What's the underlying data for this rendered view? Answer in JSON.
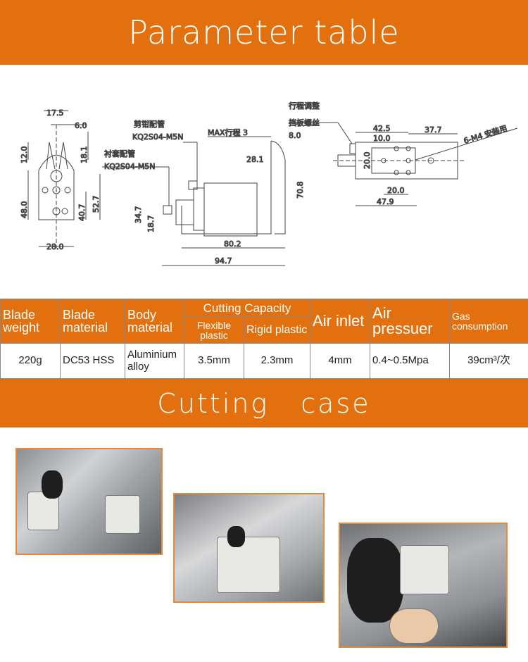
{
  "header": {
    "title": "Parameter table"
  },
  "drawing": {
    "front": {
      "d1": "17.5",
      "d2": "6.0",
      "d3": "12.0",
      "d4": "18.1",
      "d5": "48.0",
      "d6": "40.7",
      "d7": "52.7",
      "d8": "28.0"
    },
    "side": {
      "label1": "剪钳配管",
      "fitting1": "KQ2S04-M5N",
      "label2": "衬套配管",
      "fitting2": "KQ2S04-M5N",
      "stroke": "MAX行程 3",
      "d1": "8.0",
      "d2": "28.1",
      "d3": "70.8",
      "d4": "34.7",
      "d5": "18.7",
      "d6": "80.2",
      "d7": "94.7"
    },
    "top": {
      "label1": "行程调整",
      "label2": "挡板螺丝",
      "mount": "6-M4 安装用",
      "d1": "42.5",
      "d2": "10.0",
      "d3": "37.7",
      "d4": "20.0",
      "d5": "20.0",
      "d6": "47.9"
    }
  },
  "table": {
    "headers": {
      "blade_weight": "Blade weight",
      "blade_material": "Blade material",
      "body_material": "Body material",
      "cutting_capacity": "Cutting Capacity",
      "flexible": "Flexible plastic",
      "rigid": "Rigid plastic",
      "air_inlet": "Air inlet",
      "air_pressure": "Air pressuer",
      "gas": "Gas consumption"
    },
    "values": {
      "blade_weight": "220g",
      "blade_material": "DC53 HSS",
      "body_material": "Aluminium alloy",
      "flexible": "3.5mm",
      "rigid": "2.3mm",
      "air_inlet": "4mm",
      "air_pressure": "0.4~0.5Mpa",
      "gas": "39cm³/次"
    }
  },
  "case": {
    "title": "Cutting case"
  },
  "colors": {
    "accent": "#e2700f"
  }
}
